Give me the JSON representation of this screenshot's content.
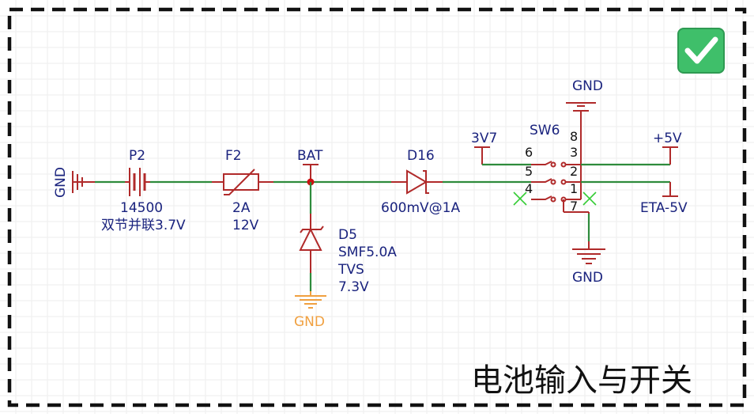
{
  "colors": {
    "wire": "#2e8b3c",
    "component": "#b02a2a",
    "label": "#1a237e",
    "gnd_alt": "#f0a040",
    "check_bg": "#3fbf6a"
  },
  "icons": {
    "status": "check-icon"
  },
  "title": "电池输入与开关",
  "components": {
    "gnd_left": {
      "label": "GND"
    },
    "p2": {
      "ref": "P2",
      "value": "14500",
      "desc": "双节并联3.7V"
    },
    "f2": {
      "ref": "F2",
      "rating1": "2A",
      "rating2": "12V"
    },
    "net_bat": "BAT",
    "d5": {
      "ref": "D5",
      "value": "SMF5.0A",
      "type": "TVS",
      "voltage": "7.3V"
    },
    "gnd_d5": "GND",
    "d16": {
      "ref": "D16",
      "value": "600mV@1A"
    },
    "net_3v7": "3V7",
    "sw6": {
      "ref": "SW6",
      "pins": {
        "p1": "1",
        "p2": "2",
        "p3": "3",
        "p4": "4",
        "p5": "5",
        "p6": "6",
        "p7": "7",
        "p8": "8"
      }
    },
    "gnd_top": "GND",
    "gnd_bottom": "GND",
    "net_5v": "+5V",
    "net_eta": "ETA-5V"
  }
}
